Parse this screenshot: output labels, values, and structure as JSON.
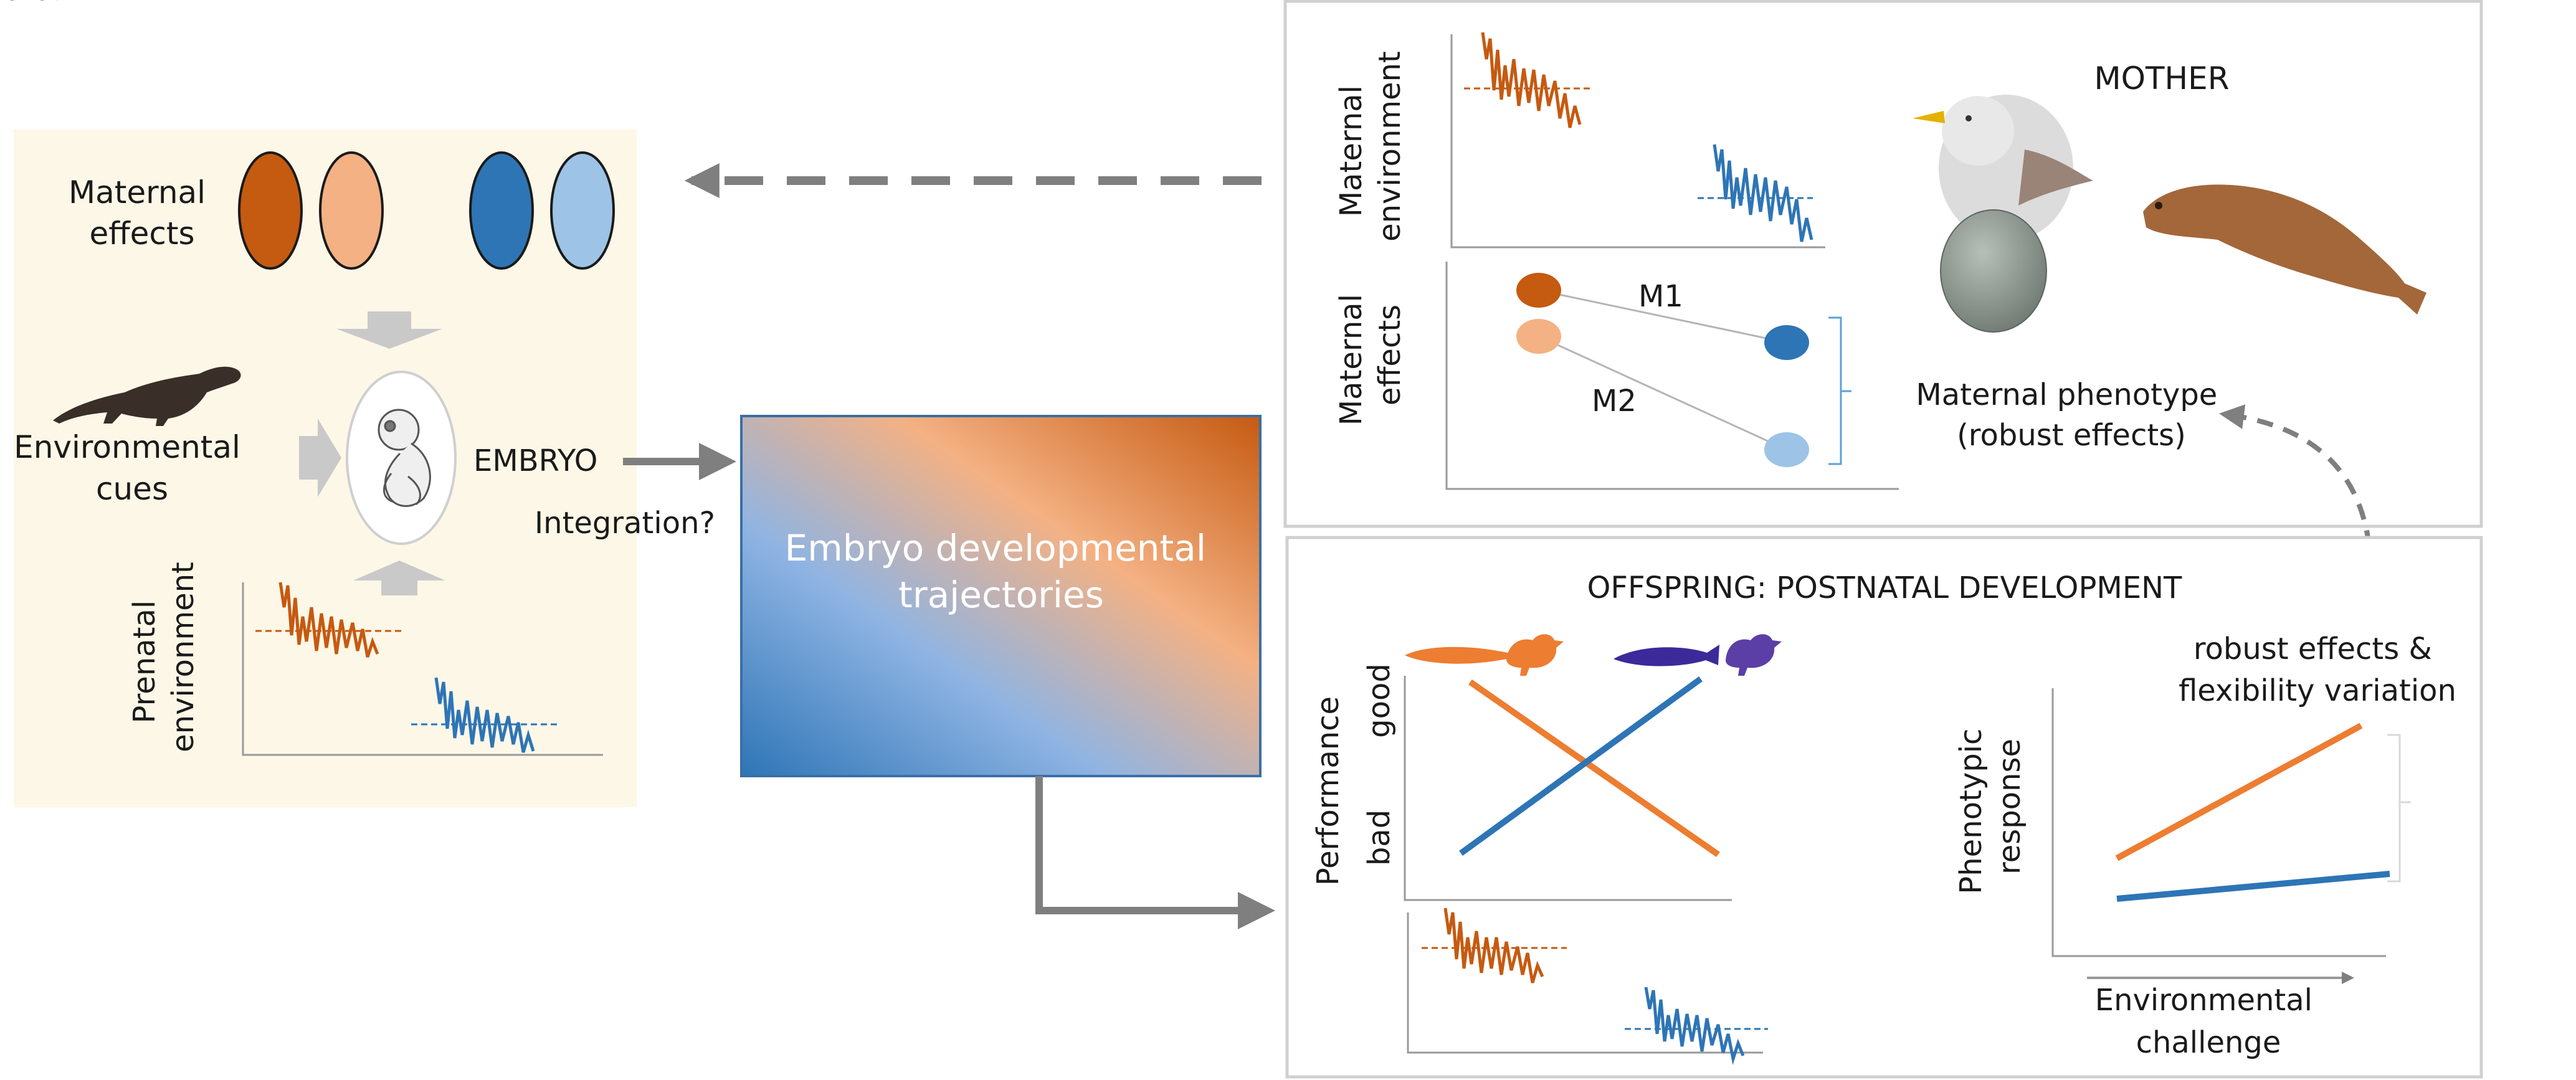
{
  "colors": {
    "orange_dark": "#c55a11",
    "orange_light": "#f4b183",
    "blue_dark": "#2e75b6",
    "blue_light": "#9dc3e6",
    "line_orange": "#ed7d31",
    "line_blue": "#2e75b6",
    "panel_bg": "#fdf7e7",
    "box_border": "#d0d0d0",
    "arrow_grey": "#7f7f7f",
    "chevron_grey": "#c9c9c9",
    "bracket_blue": "#5aa2d8"
  },
  "icons": [
    "mink-silhouette-icon",
    "embryo-illustration-icon",
    "gull-icon",
    "egg-icon",
    "seal-icon",
    "bird-silhouette-icon",
    "fish-silhouette-icon",
    "feather-icon"
  ],
  "left_panel": {
    "maternal_effects_label": [
      "Maternal",
      "effects"
    ],
    "environmental_cues_label": [
      "Environmental",
      "cues"
    ],
    "embryo_label": "EMBRYO",
    "integration_label": "Integration?",
    "prenatal_environment_label": [
      "Prenatal",
      "environment"
    ]
  },
  "center": {
    "trajectories_label": [
      "Embryo developmental",
      "trajectories"
    ]
  },
  "mother_panel": {
    "title": "MOTHER",
    "maternal_environment_label": [
      "Maternal",
      "environment"
    ],
    "maternal_effects_label": [
      "Maternal",
      "effects"
    ],
    "m1_label": "M1",
    "m2_label": "M2",
    "maternal_phenotype_label": [
      "Maternal phenotype",
      "(robust effects)"
    ]
  },
  "offspring_panel": {
    "title": "OFFSPRING: POSTNATAL DEVELOPMENT",
    "performance_label": "Performance",
    "good_label": "good",
    "bad_label": "bad",
    "robust_label": [
      "robust effects &",
      "flexibility variation"
    ],
    "phenotypic_response_label": [
      "Phenotypic",
      "response"
    ],
    "env_challenge_label": [
      "Environmental",
      "challenge"
    ]
  }
}
